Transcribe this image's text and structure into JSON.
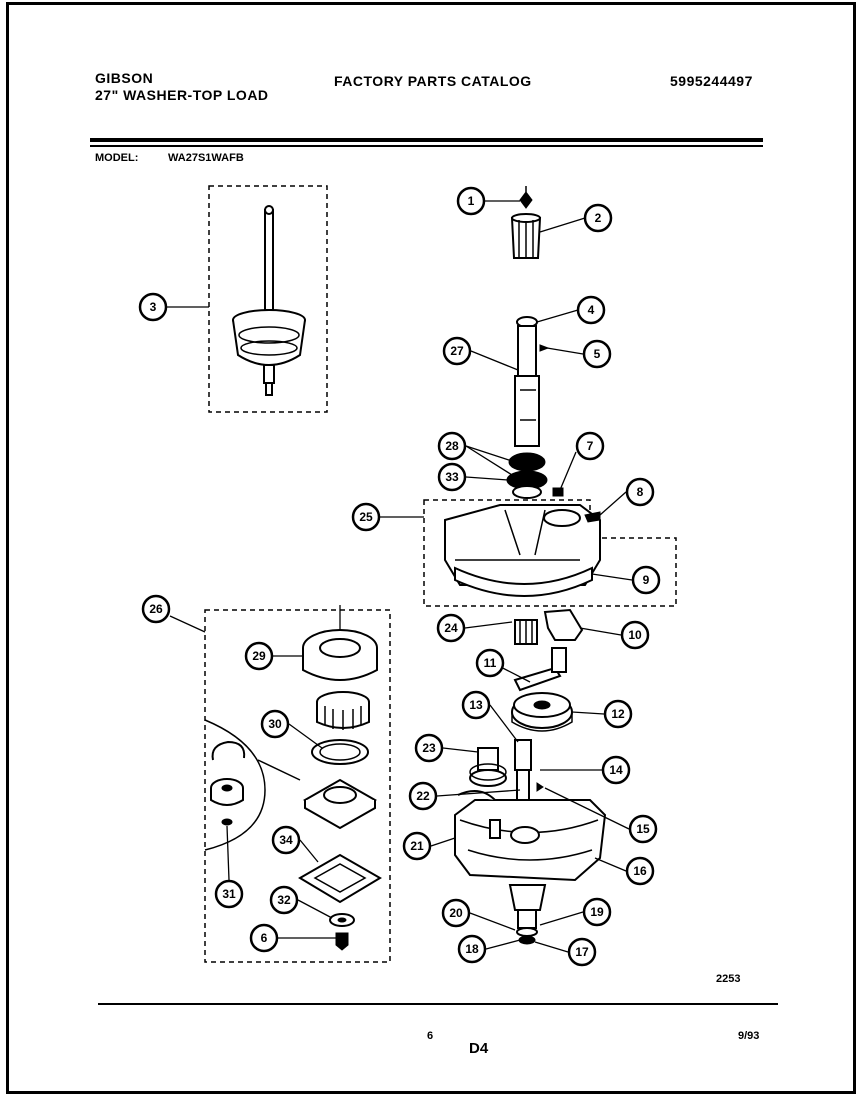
{
  "header": {
    "brand": "GIBSON",
    "product": "27\" WASHER-TOP LOAD",
    "catalog": "FACTORY PARTS CATALOG",
    "catalog_number": "5995244497",
    "model_label": "MODEL:",
    "model_value": "WA27S1WAFB"
  },
  "diagram": {
    "figure_number": "2253",
    "callouts": [
      "1",
      "2",
      "3",
      "4",
      "5",
      "27",
      "28",
      "7",
      "33",
      "8",
      "25",
      "9",
      "24",
      "10",
      "11",
      "12",
      "13",
      "23",
      "14",
      "22",
      "15",
      "21",
      "16",
      "20",
      "19",
      "18",
      "17",
      "26",
      "29",
      "30",
      "31",
      "34",
      "32",
      "6"
    ]
  },
  "footer": {
    "page_number": "6",
    "section_code": "D4",
    "date": "9/93"
  }
}
